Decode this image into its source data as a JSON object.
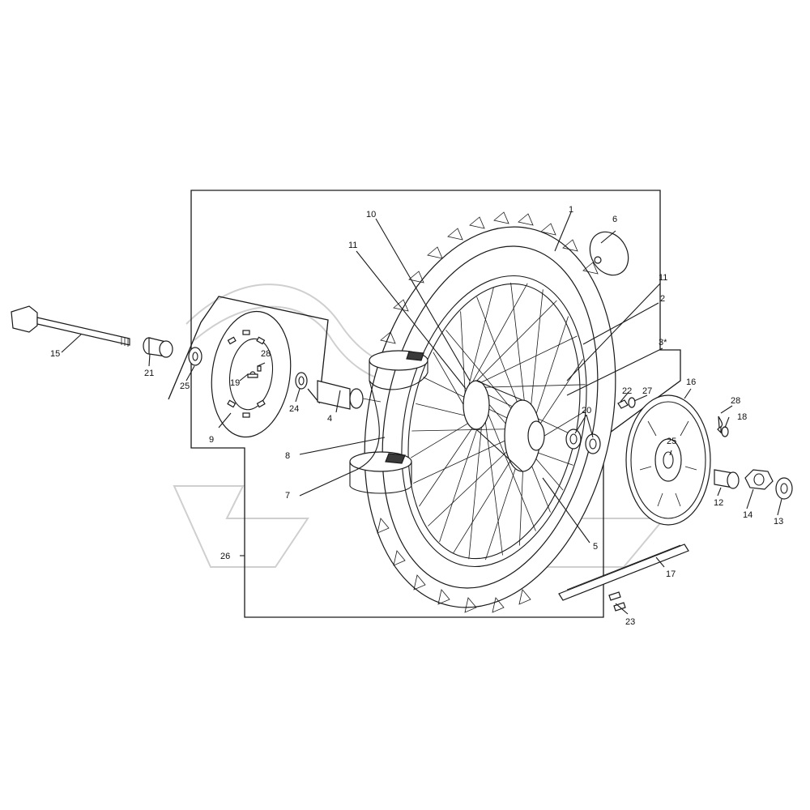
{
  "callouts": {
    "c1": "1",
    "c2": "2",
    "c3": "3*",
    "c4": "4",
    "c5": "5",
    "c6": "6",
    "c7": "7",
    "c8": "8",
    "c9": "9",
    "c10": "10",
    "c11a": "11",
    "c11b": "11",
    "c12": "12",
    "c13": "13",
    "c14": "14",
    "c15": "15",
    "c16": "16",
    "c17": "17",
    "c18": "18",
    "c19": "19",
    "c20": "20",
    "c21": "21",
    "c22": "22",
    "c23": "23",
    "c24": "24",
    "c25a": "25",
    "c25b": "25",
    "c26": "26",
    "c27": "27",
    "c28a": "28",
    "c28b": "28"
  },
  "colors": {
    "ink": "#1a1a1a",
    "watermark": "#cfcfcf",
    "background": "#ffffff"
  }
}
